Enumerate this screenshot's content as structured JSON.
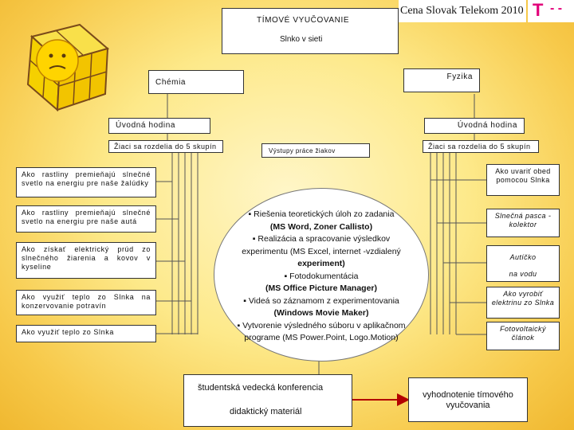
{
  "competition": "Cena Slovak Telekom 2010",
  "logo": {
    "mark": "T",
    "color": "#e2007a"
  },
  "title": "TÍMOVÉ VYUČOVANIE",
  "topic": "Slnko v sieti",
  "subject_left": "Chémia",
  "subject_right": "Fyzika",
  "lesson_left": "Úvodná hodina",
  "lesson_right": "Úvodná hodina",
  "groups_left": "Žiaci sa rozdelia do 5 skupín",
  "groups_right": "Žiaci sa rozdelia do 5 skupín",
  "outputs_label": "Výstupy práce žiakov",
  "left_topics": [
    "Ako rastliny premieňajú slnečné svetlo na energiu pre naše žalúdky",
    "Ako rastliny premieňajú slnečné svetlo na energiu pre naše autá",
    "Ako získať elektrický prúd zo slnečného žiarenia a kovov v kyseline",
    "Ako využiť teplo zo Slnka na konzervovanie potravín",
    "Ako využiť teplo zo Slnka"
  ],
  "right_topics": [
    "Ako uvariť obed pomocou Slnka",
    "Slnečná pasca - kolektor",
    "Autíčko",
    "na vodu",
    "Ako vyrobiť elektrinu zo Slnka",
    "Fotovoltaický článok"
  ],
  "center_lines": [
    "▪ Riešenia teoretických úloh zo zadania",
    "(MS Word, Zoner Callisto)",
    "▪ Realizácia a spracovanie výsledkov",
    "experimentu (MS Excel, internet -vzdialený",
    "experiment)",
    "▪ Fotodokumentácia",
    "(MS Office Picture Manager)",
    "▪ Videá so záznamom z experimentovania",
    "(Windows Movie Maker)",
    "▪ Vytvorenie výsledného súboru v aplikačnom",
    "programe (MS Power.Point, Logo.Motion)"
  ],
  "outcome_1": "študentská vedecká konferencia",
  "outcome_2": "didaktický materiál",
  "evaluation": "vyhodnotenie tímového vyučovania",
  "accent_colors": {
    "arrow": "#b30000",
    "background": "#f7c94a",
    "cube": "#f5d000"
  }
}
